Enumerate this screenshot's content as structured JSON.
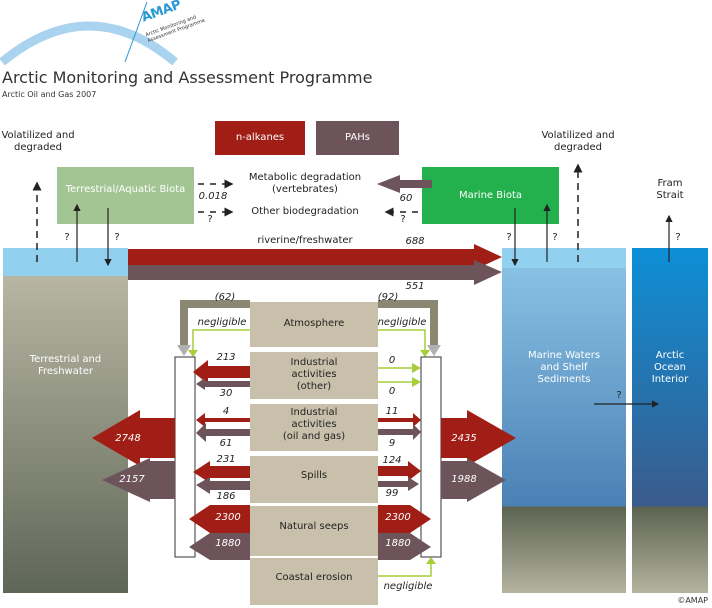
{
  "header": {
    "logo_text": "AMAP",
    "logo_subtitle_line1": "Arctic Monitoring and",
    "logo_subtitle_line2": "Assessment Programme",
    "title": "Arctic Monitoring and Assessment Programme",
    "subtitle": "Arctic Oil and Gas 2007"
  },
  "legend": {
    "items": [
      {
        "label": "n-alkanes",
        "color": "#a01e16"
      },
      {
        "label": "PAHs",
        "color": "#6d535a"
      }
    ]
  },
  "compartments": {
    "terrestrial_biota": "Terrestrial/Aquatic Biota",
    "marine_biota": "Marine Biota",
    "terrestrial_freshwater_l1": "Terrestrial and",
    "terrestrial_freshwater_l2": "Freshwater",
    "marine_waters_l1": "Marine Waters",
    "marine_waters_l2": "and Shelf",
    "marine_waters_l3": "Sediments",
    "arctic_ocean_l1": "Arctic",
    "arctic_ocean_l2": "Ocean",
    "arctic_ocean_l3": "Interior"
  },
  "sinks": {
    "volatilized_left_l1": "Volatilized and",
    "volatilized_left_l2": "degraded",
    "volatilized_right_l1": "Volatilized and",
    "volatilized_right_l2": "degraded",
    "fram_l1": "Fram",
    "fram_l2": "Strait",
    "metabolic_l1": "Metabolic degradation",
    "metabolic_l2": "(vertebrates)",
    "other_biodeg": "Other biodegradation"
  },
  "flows": {
    "biota_metabolic": "0.018",
    "biota_other": "?",
    "marine_biota_pahs": "60",
    "marine_biota_other": "?",
    "q_terr_up": "?",
    "q_terr_down": "?",
    "q_marine_down": "?",
    "q_marine_up": "?",
    "q_fram": "?",
    "q_ocean": "?",
    "riverine_label": "riverine/freshwater",
    "riverine_nalkanes": "688",
    "riverine_pahs": "551",
    "atmos_left_total": "(62)",
    "atmos_right_total": "(92)",
    "atmos_left": "negligible",
    "atmos_right": "negligible",
    "coastal_right": "negligible"
  },
  "sources": [
    {
      "label_l1": "Atmosphere",
      "label_l2": "",
      "label_l3": ""
    },
    {
      "label_l1": "Industrial",
      "label_l2": "activities",
      "label_l3": "(other)",
      "left_n": "213",
      "left_p": "30",
      "right_n": "0",
      "right_p": "0"
    },
    {
      "label_l1": "Industrial",
      "label_l2": "activities",
      "label_l3": "(oil and gas)",
      "left_n": "4",
      "left_p": "61",
      "right_n": "11",
      "right_p": "9"
    },
    {
      "label_l1": "Spills",
      "left_n": "231",
      "left_p": "186",
      "right_n": "124",
      "right_p": "99"
    },
    {
      "label_l1": "Natural seeps",
      "left_n": "2300",
      "left_p": "1880",
      "right_n": "2300",
      "right_p": "1880"
    },
    {
      "label_l1": "Coastal erosion"
    }
  ],
  "totals": {
    "left_nalkanes": "2748",
    "left_pahs": "2157",
    "right_nalkanes": "2435",
    "right_pahs": "1988"
  },
  "footer": {
    "copyright": "©AMAP"
  },
  "colors": {
    "nalkanes": "#a01e16",
    "pahs": "#6d535a",
    "source_box": "#c8c0aa",
    "terr_biota": "#a3c594",
    "marine_biota": "#23b14d",
    "light_blue": "#92d0ef",
    "ocean_blue": "#0d6fbf",
    "green_line": "#a6cd3a"
  }
}
